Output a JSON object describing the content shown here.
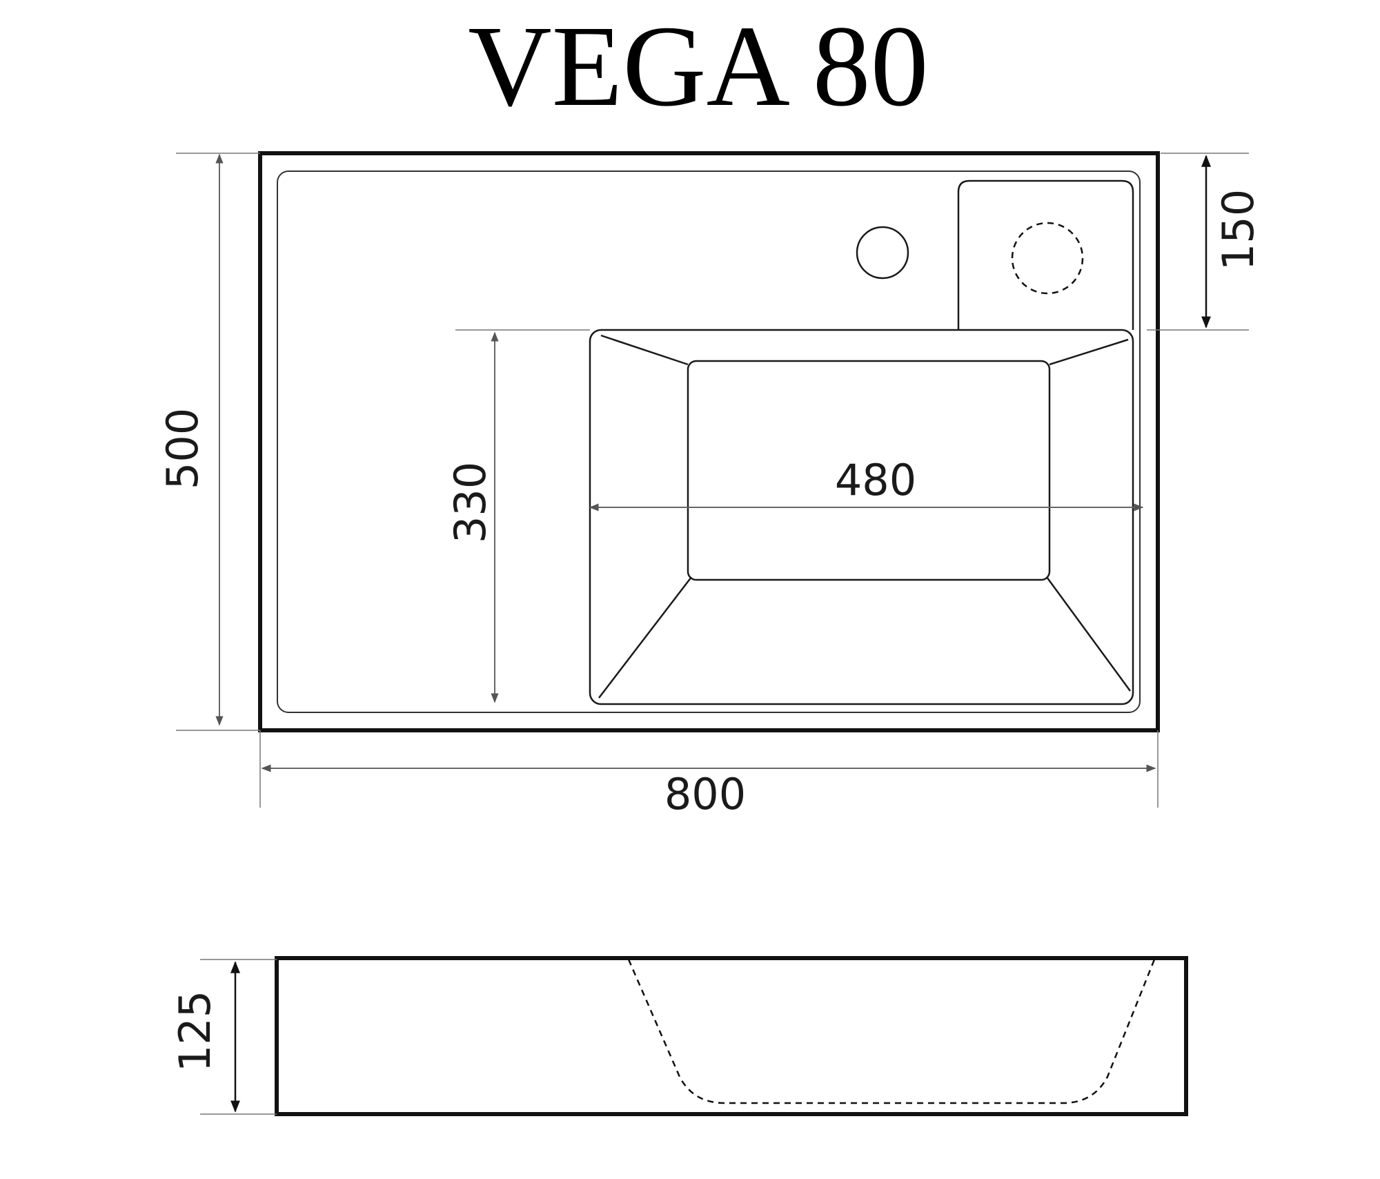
{
  "title": "VEGA 80",
  "dimensions": {
    "overall_depth": "500",
    "overall_width": "800",
    "basin_depth": "330",
    "basin_width": "480",
    "tap_deck_depth": "150",
    "height": "125"
  },
  "colors": {
    "stroke": "#111111",
    "dimension_line": "#666666",
    "background": "#ffffff"
  }
}
